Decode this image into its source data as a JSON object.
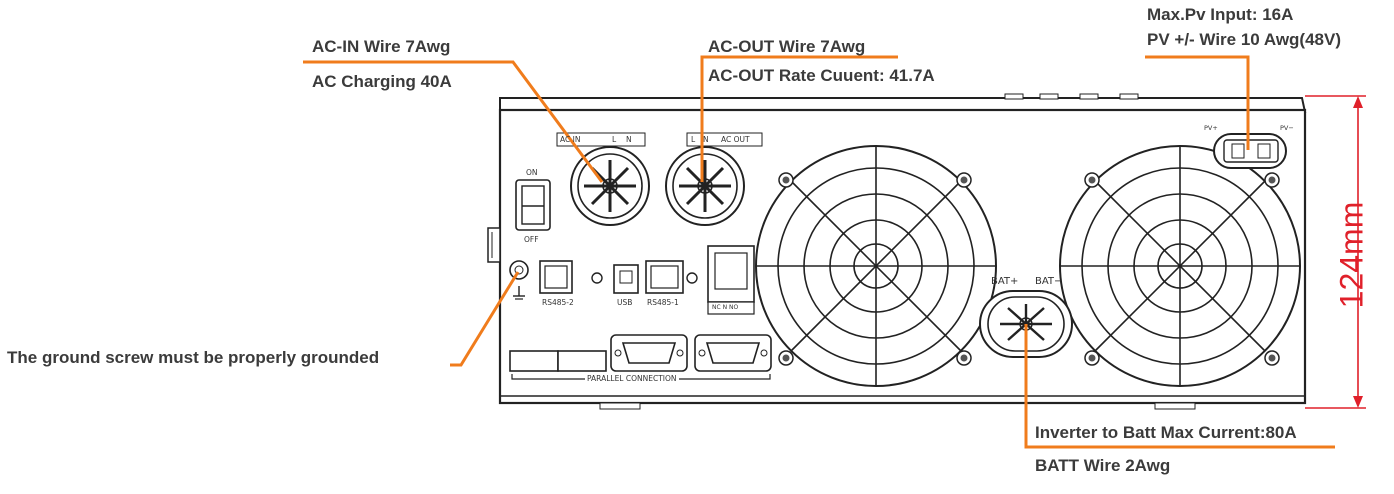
{
  "callouts": {
    "ac_in_wire": "AC-IN Wire 7Awg",
    "ac_charging": "AC Charging 40A",
    "ac_out_wire": "AC-OUT Wire 7Awg",
    "ac_out_rate": "AC-OUT Rate Cuuent: 41.7A",
    "pv_max_input": "Max.Pv Input: 16A",
    "pv_wire": "PV +/- Wire 10 Awg(48V)",
    "ground_note": "The ground screw must be properly grounded",
    "batt_max_current": "Inverter to Batt Max Current:80A",
    "batt_wire": "BATT Wire 2Awg"
  },
  "dimension": {
    "height_label": "124mm"
  },
  "panel_labels": {
    "switch_on": "ON",
    "switch_off": "OFF",
    "ac_in_terminal": "AC IN",
    "ac_in_l": "L",
    "ac_in_n": "N",
    "ac_out_terminal": "AC OUT",
    "ac_out_l": "L",
    "ac_out_n": "N",
    "rs485_2": "RS485-2",
    "usb": "USB",
    "rs485_1": "RS485-1",
    "relay_terminals": "NC N NO",
    "parallel_connection": "PARALLEL CONNECTION",
    "bat_plus": "BAT+",
    "bat_minus": "BAT−",
    "pv_plus": "PV+",
    "pv_minus": "PV−"
  },
  "colors": {
    "leader_line": "#f07c1c",
    "dimension": "#e0202a",
    "outline": "#222222"
  }
}
